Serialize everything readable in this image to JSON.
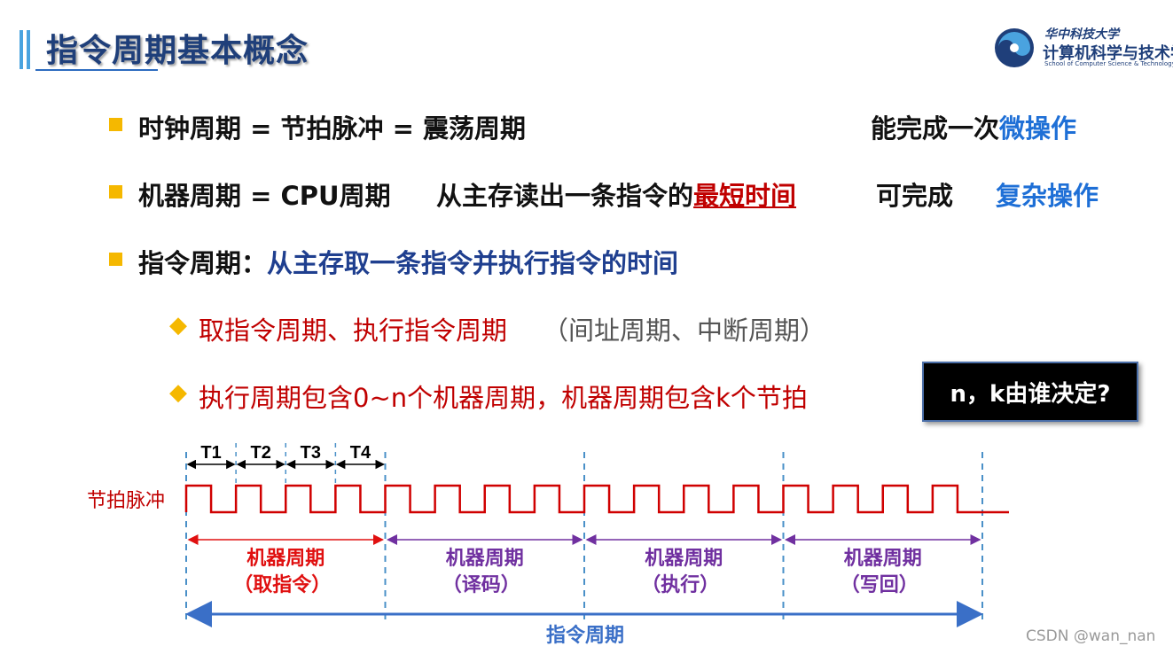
{
  "header": {
    "title": "指令周期基本概念",
    "logo": {
      "cn_university": "华中科技大学",
      "cn_school": "计算机科学与技术学院",
      "en_school": "School of Computer Science & Technology, HUST"
    }
  },
  "bullets": [
    {
      "label": "时钟周期 = 节拍脉冲 = 震荡周期",
      "note_prefix": "能完成一次",
      "note_highlight": "微操作"
    },
    {
      "label": "机器周期 = CPU周期",
      "mid_prefix": "从主存读出一条指令的",
      "mid_highlight": "最短时间",
      "note_prefix": "可完成",
      "note_highlight": "复杂操作"
    },
    {
      "label": "指令周期：",
      "highlight": "从主存取一条指令并执行指令的时间"
    }
  ],
  "sub_bullets": [
    {
      "text": "取指令周期、执行指令周期",
      "gray": "（间址周期、中断周期）"
    },
    {
      "text": "执行周期包含0~n个机器周期，机器周期包含k个节拍"
    }
  ],
  "callout": {
    "text": "n，k由谁决定?"
  },
  "diagram": {
    "pulse_label": "节拍脉冲",
    "beats": [
      "T1",
      "T2",
      "T3",
      "T4"
    ],
    "machine_cycles": [
      {
        "title": "机器周期",
        "subtitle": "（取指令）",
        "color": "#e01010"
      },
      {
        "title": "机器周期",
        "subtitle": "（译码）",
        "color": "#7030a0"
      },
      {
        "title": "机器周期",
        "subtitle": "（执行）",
        "color": "#7030a0"
      },
      {
        "title": "机器周期",
        "subtitle": "（写回）",
        "color": "#7030a0"
      }
    ],
    "instruction_cycle_label": "指令周期",
    "colors": {
      "pulse": "#d00000",
      "dashed": "#4a90c8",
      "arrow_blue": "#3a6fc7"
    }
  },
  "watermark": "CSDN @wan_nan"
}
